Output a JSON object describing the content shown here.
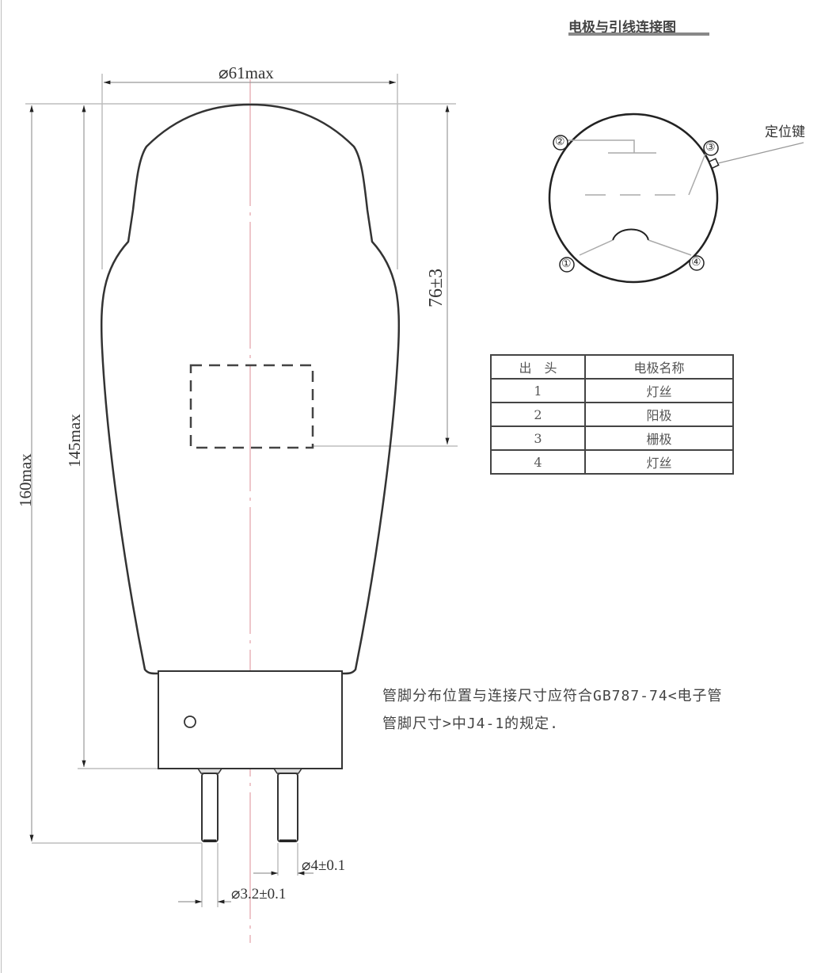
{
  "title": "电极与引线连接图",
  "dimensions": {
    "bulb_diameter": "⌀61max",
    "overall_height": "160max",
    "seated_height": "145max",
    "electrode_position": "76±3",
    "pin_diameter_large": "⌀4±0.1",
    "pin_diameter_small": "⌀3.2±0.1"
  },
  "base_view": {
    "key_label": "定位键",
    "pins": [
      {
        "number": "①",
        "position": "bottom-left"
      },
      {
        "number": "②",
        "position": "top-left"
      },
      {
        "number": "③",
        "position": "top-right"
      },
      {
        "number": "④",
        "position": "bottom-right"
      }
    ]
  },
  "pin_table": {
    "headers": [
      "出　头",
      "电极名称"
    ],
    "rows": [
      {
        "pin": "1",
        "electrode": "灯丝"
      },
      {
        "pin": "2",
        "electrode": "阳极"
      },
      {
        "pin": "3",
        "electrode": "栅极"
      },
      {
        "pin": "4",
        "electrode": "灯丝"
      }
    ]
  },
  "note": {
    "line1": "管脚分布位置与连接尺寸应符合GB787-74<电子管",
    "line2": "管脚尺寸>中J4-1的规定."
  },
  "colors": {
    "outline": "#333333",
    "dimension_line": "#bdbdbd",
    "center_line": "#e8b4b8"
  }
}
